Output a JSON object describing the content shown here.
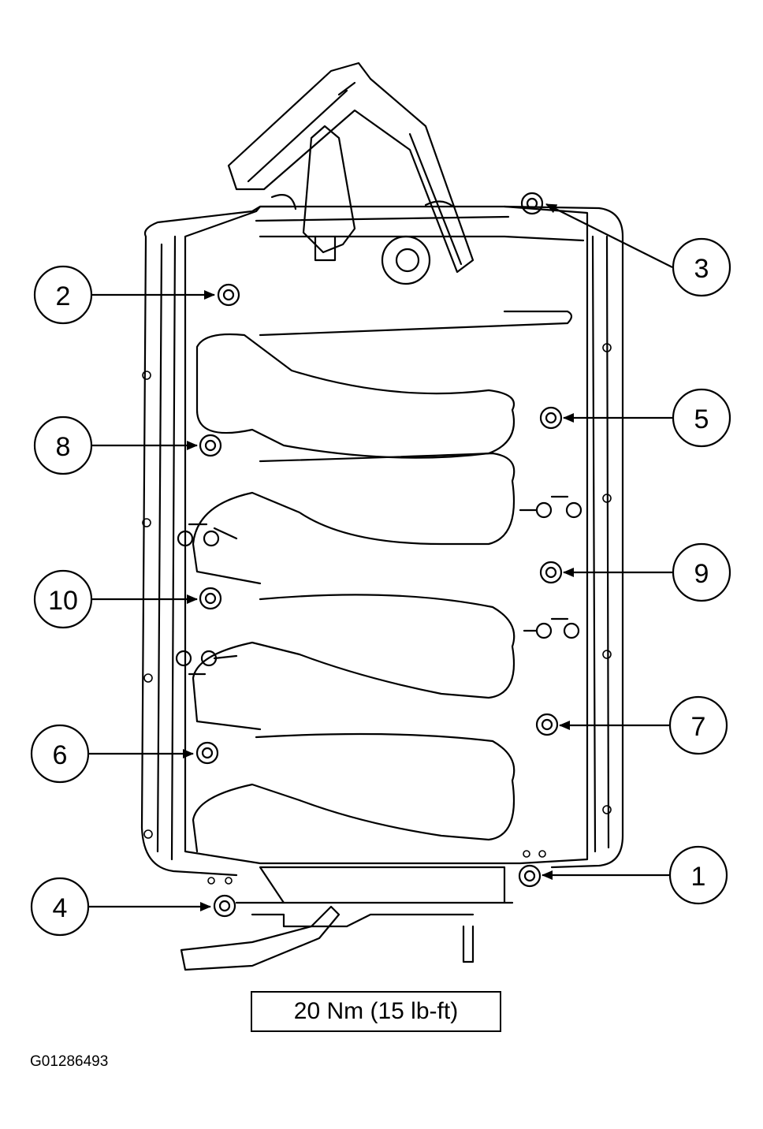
{
  "figure": {
    "torque_spec": "20 Nm (15 lb-ft)",
    "figure_id": "G01286493"
  },
  "callouts": [
    {
      "id": "callout-1",
      "label": "1"
    },
    {
      "id": "callout-2",
      "label": "2"
    },
    {
      "id": "callout-3",
      "label": "3"
    },
    {
      "id": "callout-4",
      "label": "4"
    },
    {
      "id": "callout-5",
      "label": "5"
    },
    {
      "id": "callout-6",
      "label": "6"
    },
    {
      "id": "callout-7",
      "label": "7"
    },
    {
      "id": "callout-8",
      "label": "8"
    },
    {
      "id": "callout-9",
      "label": "9"
    },
    {
      "id": "callout-10",
      "label": "10"
    }
  ]
}
